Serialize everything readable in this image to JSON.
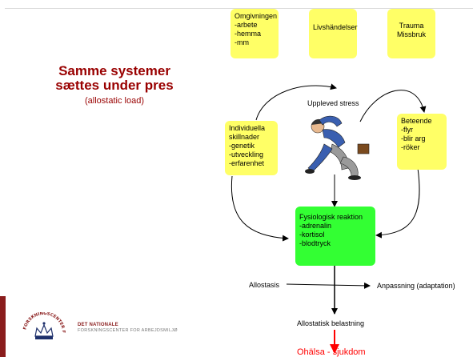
{
  "title": {
    "line1": "Samme systemer",
    "line2": "sættes under pres",
    "sub": "(allostatic load)"
  },
  "boxes": {
    "omgivningen": [
      "Omgivningen",
      "-arbete",
      "-hemma",
      "-mm"
    ],
    "livshandelser": [
      "Livshändelser"
    ],
    "trauma": [
      "Trauma",
      "Missbruk"
    ],
    "individuella": [
      "Individuella",
      "skillnader",
      "-genetik",
      "-utveckling",
      "-erfarenhet"
    ],
    "beteende": [
      "Beteende",
      "-flyr",
      "-blir arg",
      "-röker"
    ],
    "fysiologisk": [
      "Fysiologisk reaktion",
      "-adrenalin",
      "-kortisol",
      "-blodtryck"
    ]
  },
  "labels": {
    "upplevd": "Uppleved stress",
    "allostasis": "Allostasis",
    "anpassning": "Anpassning (adaptation)",
    "belastning": "Allostatisk belastning",
    "ohalsa": "Ohälsa - sjukdom"
  },
  "logo": {
    "ring_text": "FORSKNINGSCENTER FOR ARBEJDSMILJØ",
    "name1": "DET NATIONALE",
    "name2": "FORSKNINGSCENTER FOR ARBEJDSMILJØ"
  },
  "colors": {
    "title": "#990000",
    "yellow_box": "#ffff66",
    "green_box": "#33ff33",
    "red_arrow": "#ff0000",
    "logo_red": "#8a1c1c"
  }
}
